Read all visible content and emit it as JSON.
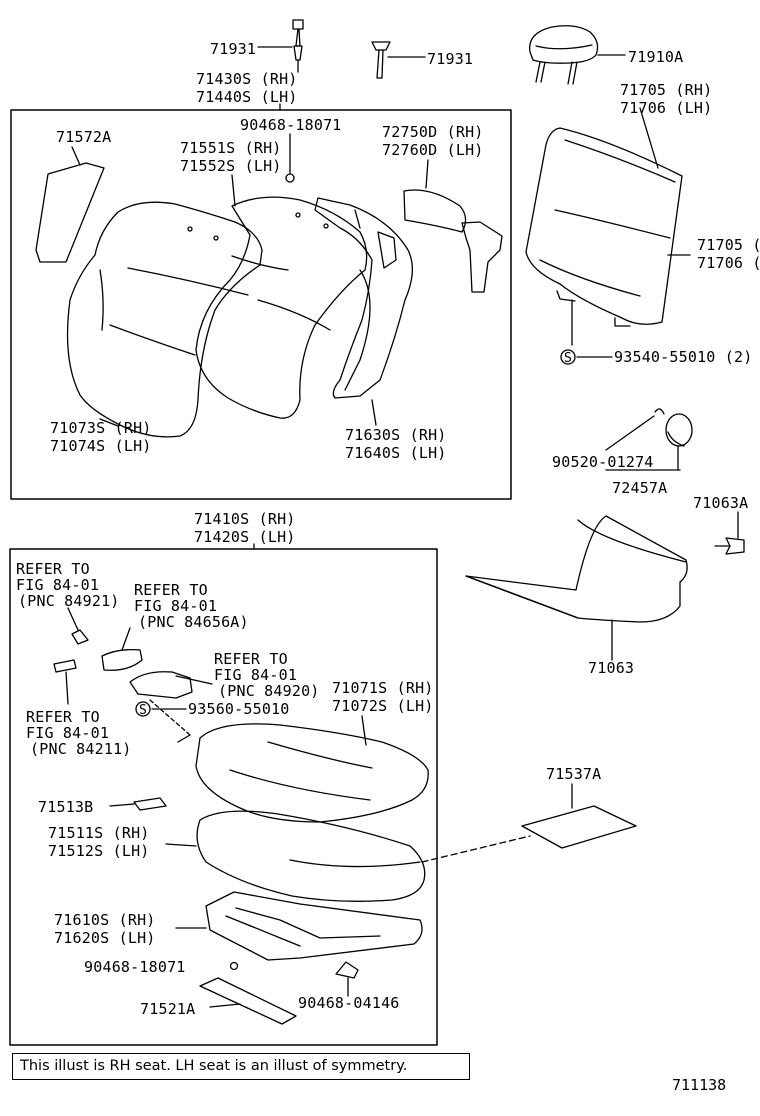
{
  "labels": {
    "p71931a": "71931",
    "p71931b": "71931",
    "p71910a": "71910A",
    "p71705_rh": "71705 (RH)",
    "p71706_lh": "71706 (LH)",
    "p71705_cut": "71705 (",
    "p71706_cut": "71706 (",
    "p71430s": "71430S (RH)",
    "p71440s": "71440S (LH)",
    "p71572a": "71572A",
    "p90468_18071_top": "90468-18071",
    "p71551s": "71551S (RH)",
    "p71552s": "71552S (LH)",
    "p72750d": "72750D (RH)",
    "p72760d": "72760D (LH)",
    "p71073s": "71073S (RH)",
    "p71074s": "71074S (LH)",
    "p71630s": "71630S (RH)",
    "p71640s": "71640S (LH)",
    "p93540": "93540-55010 (2)",
    "p90520": "90520-01274",
    "p72457a": "72457A",
    "p71063a": "71063A",
    "p71410s": "71410S (RH)",
    "p71420s": "71420S (LH)",
    "p71063": "71063",
    "ref1_a": "REFER TO",
    "ref1_b": "FIG 84-01",
    "ref1_c": "(PNC 84921)",
    "ref2_a": "REFER TO",
    "ref2_b": "FIG 84-01",
    "ref2_c": "(PNC 84656A)",
    "ref3_a": "REFER TO",
    "ref3_b": "FIG 84-01",
    "ref3_c": "(PNC 84920)",
    "ref4_a": "REFER TO",
    "ref4_b": "FIG 84-01",
    "ref4_c": "(PNC 84211)",
    "p93560": "93560-55010",
    "p71071s": "71071S (RH)",
    "p71072s": "71072S (LH)",
    "p71537a": "71537A",
    "p71513b": "71513B",
    "p71511s": "71511S (RH)",
    "p71512s": "71512S (LH)",
    "p71610s": "71610S (RH)",
    "p71620s": "71620S (LH)",
    "p90468_18071_bot": "90468-18071",
    "p90468_04146": "90468-04146",
    "p71521a": "71521A",
    "screw_symbol_1": "S",
    "screw_symbol_2": "S"
  },
  "footer": {
    "note": "This illust is RH seat.  LH seat is an illust of symmetry.",
    "diagram_id": "711138"
  }
}
